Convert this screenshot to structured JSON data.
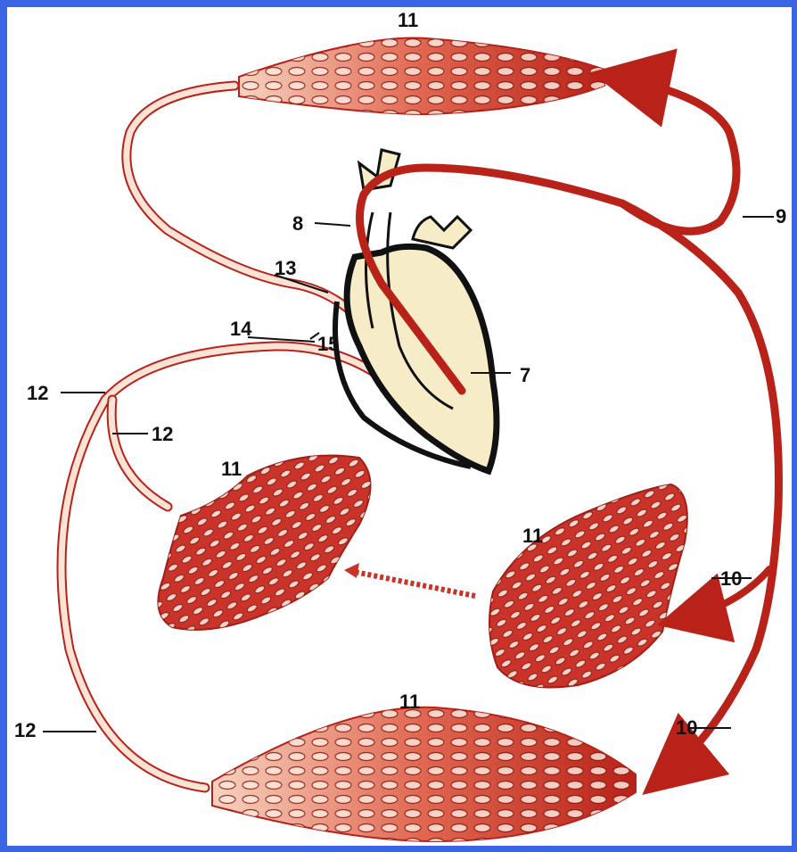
{
  "labels": {
    "n7": "7",
    "n8": "8",
    "n9": "9",
    "n10a": "10",
    "n10b": "10",
    "n11_top": "11",
    "n11_left": "11",
    "n11_right": "11",
    "n11_bottom": "11",
    "n12a": "12",
    "n12b": "12",
    "n12c": "12",
    "n13": "13",
    "n14": "14",
    "n15": "15"
  },
  "colors": {
    "frame": "#3a66e6",
    "background": "#ffffff",
    "artery": "#b82218",
    "capillary": "#c0392b",
    "vein_fill": "#fbe3d6",
    "vein_stroke": "#b82218",
    "heart_fill": "#f6ecc8",
    "heart_outline": "#111111"
  }
}
